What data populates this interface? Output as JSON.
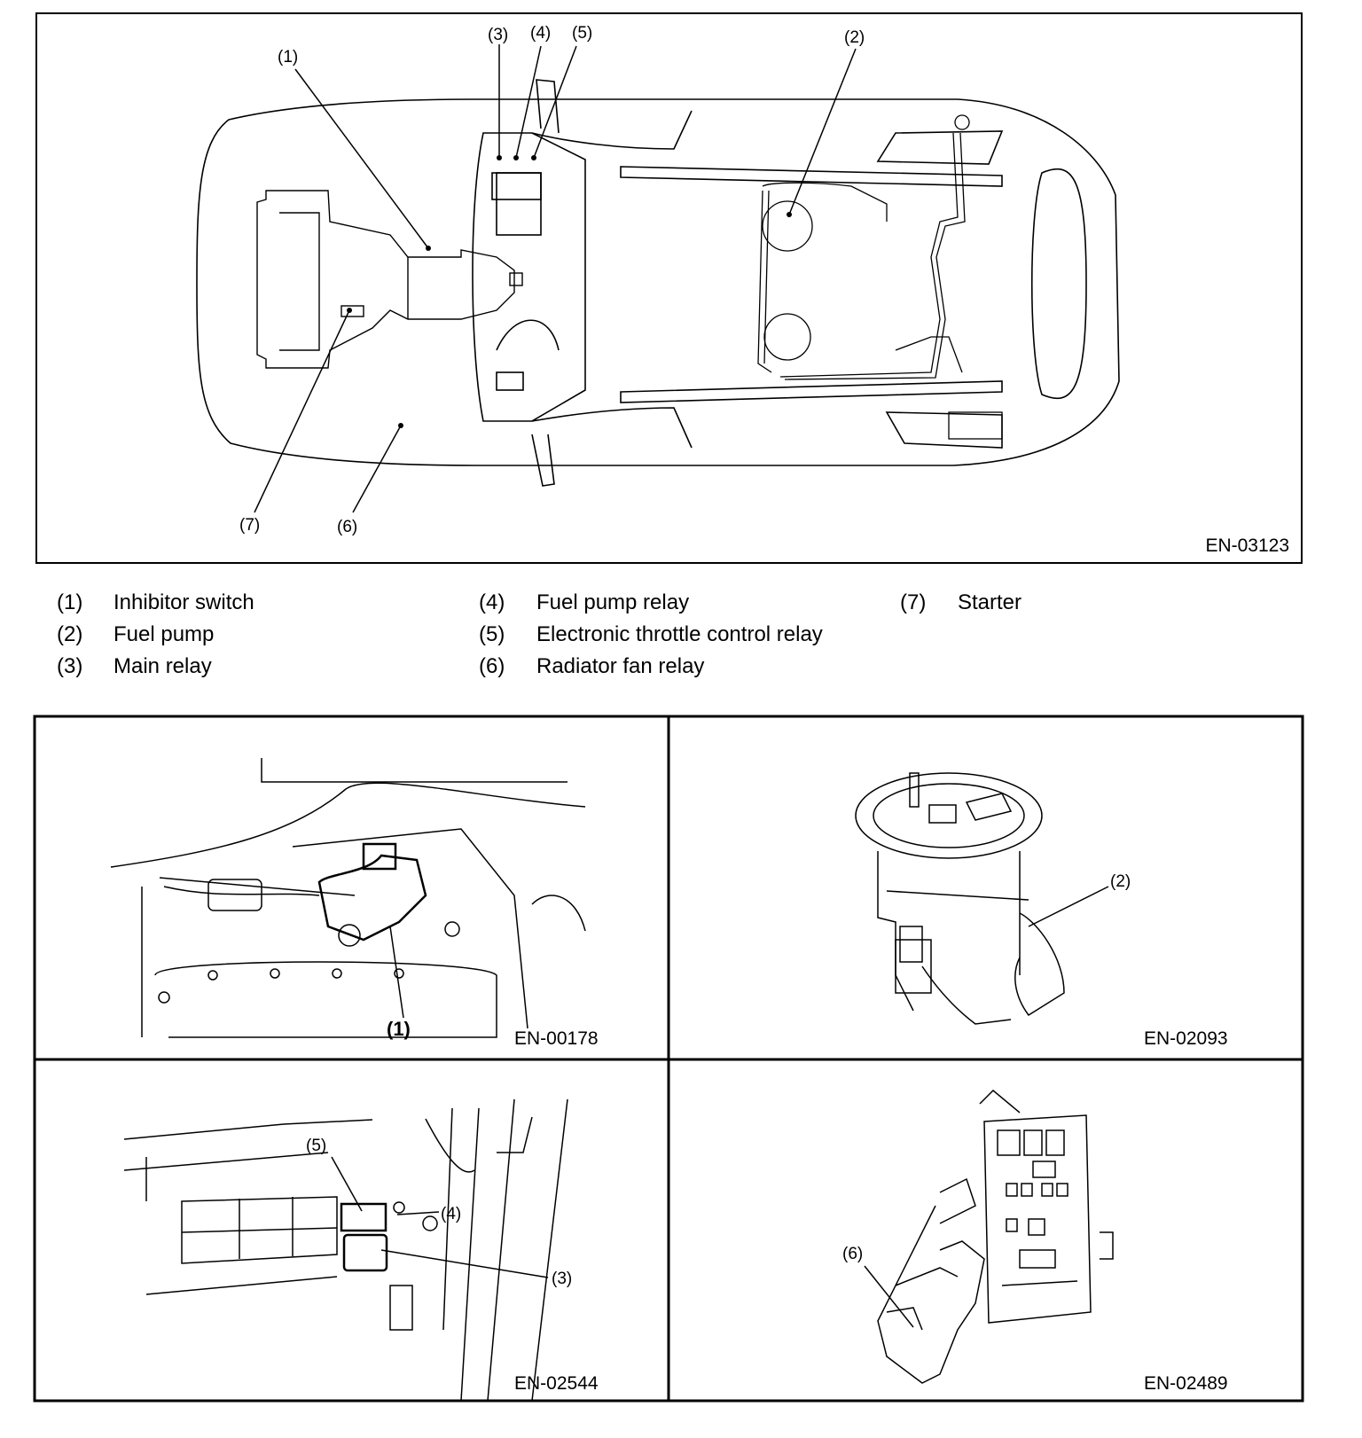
{
  "overview": {
    "code": "EN-03123",
    "callouts": [
      "(1)",
      "(2)",
      "(3)",
      "(4)",
      "(5)",
      "(6)",
      "(7)"
    ]
  },
  "legend": [
    {
      "num": "(1)",
      "label": "Inhibitor switch"
    },
    {
      "num": "(2)",
      "label": "Fuel pump"
    },
    {
      "num": "(3)",
      "label": "Main relay"
    },
    {
      "num": "(4)",
      "label": "Fuel pump relay"
    },
    {
      "num": "(5)",
      "label": "Electronic throttle control relay"
    },
    {
      "num": "(6)",
      "label": "Radiator fan relay"
    },
    {
      "num": "(7)",
      "label": "Starter"
    }
  ],
  "panels": [
    {
      "code": "EN-00178",
      "callouts": [
        "(1)"
      ]
    },
    {
      "code": "EN-02093",
      "callouts": [
        "(2)"
      ]
    },
    {
      "code": "EN-02544",
      "callouts": [
        "(5)",
        "(4)",
        "(3)"
      ]
    },
    {
      "code": "EN-02489",
      "callouts": [
        "(6)"
      ]
    }
  ]
}
